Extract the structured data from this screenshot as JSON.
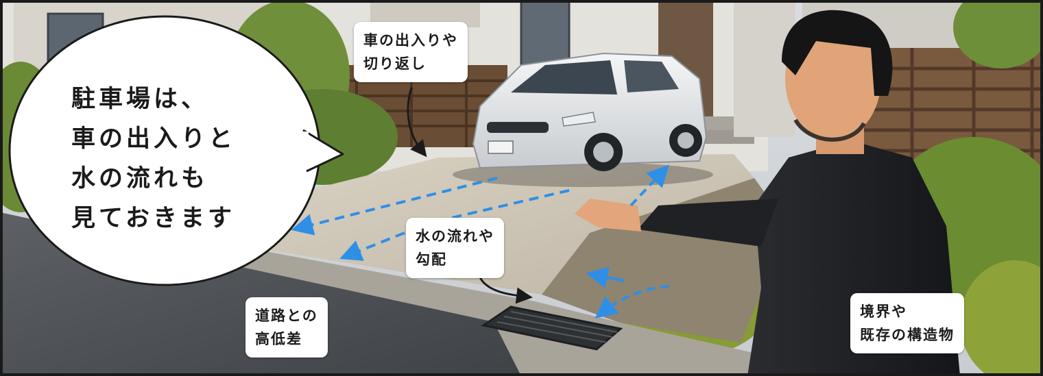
{
  "speech_bubble": {
    "lines": [
      "駐車場は、",
      "車の出入りと",
      "水の流れも",
      "見ておきます"
    ]
  },
  "labels": {
    "car_access": [
      "車の出入りや",
      "切り返し"
    ],
    "water_flow": [
      "水の流れや",
      "勾配"
    ],
    "road_height": [
      "道路との",
      "高低差"
    ],
    "boundary": [
      "境界や",
      "既存の構造物"
    ]
  },
  "colors": {
    "arrow_water": "#2f8fe6",
    "arrow_black": "#1a1a1a"
  }
}
